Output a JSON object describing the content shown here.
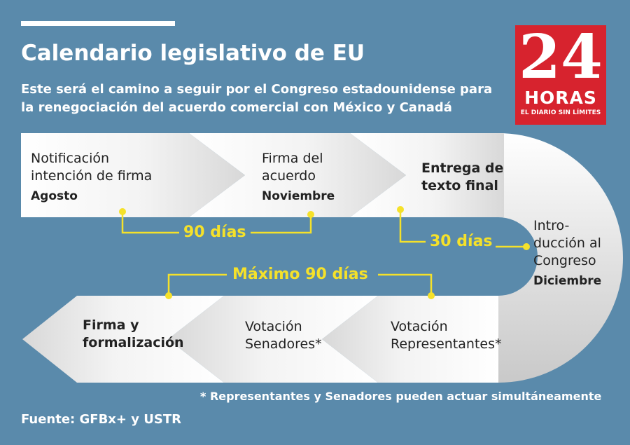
{
  "title": "Calendario legislativo de EU",
  "subtitle_line1": "Este será el camino a seguir por el Congreso estadounidense para",
  "subtitle_line2": "la renegociación del acuerdo comercial con México y Canadá",
  "logo": {
    "number": "24",
    "word": "HORAS",
    "tagline": "EL DIARIO SIN LÍMITES",
    "color": "#d7232e"
  },
  "steps": [
    {
      "line1": "Notificación",
      "line2": "intención de firma",
      "month": "Agosto"
    },
    {
      "line1": "Firma del",
      "line2": "acuerdo",
      "month": "Noviembre"
    },
    {
      "line1": "Entrega de",
      "line2": "texto final"
    },
    {
      "line1": "Intro-",
      "line2": "ducción al",
      "line3": "Congreso",
      "month": "Diciembre"
    },
    {
      "line1": "Votación",
      "line2": "Representantes*"
    },
    {
      "line1": "Votación",
      "line2": "Senadores*"
    },
    {
      "line1": "Firma y",
      "line2": "formalización"
    }
  ],
  "durations": {
    "first": "90 días",
    "second": "30 días",
    "third": "Máximo 90 días"
  },
  "footnote": "* Representantes y Senadores pueden actuar simultáneamente",
  "source": "Fuente:  GFBx+ y USTR",
  "colors": {
    "background": "#5a8aab",
    "accent": "#f5e12a",
    "path": "#ffffff",
    "shade": "#d4d4d4"
  }
}
